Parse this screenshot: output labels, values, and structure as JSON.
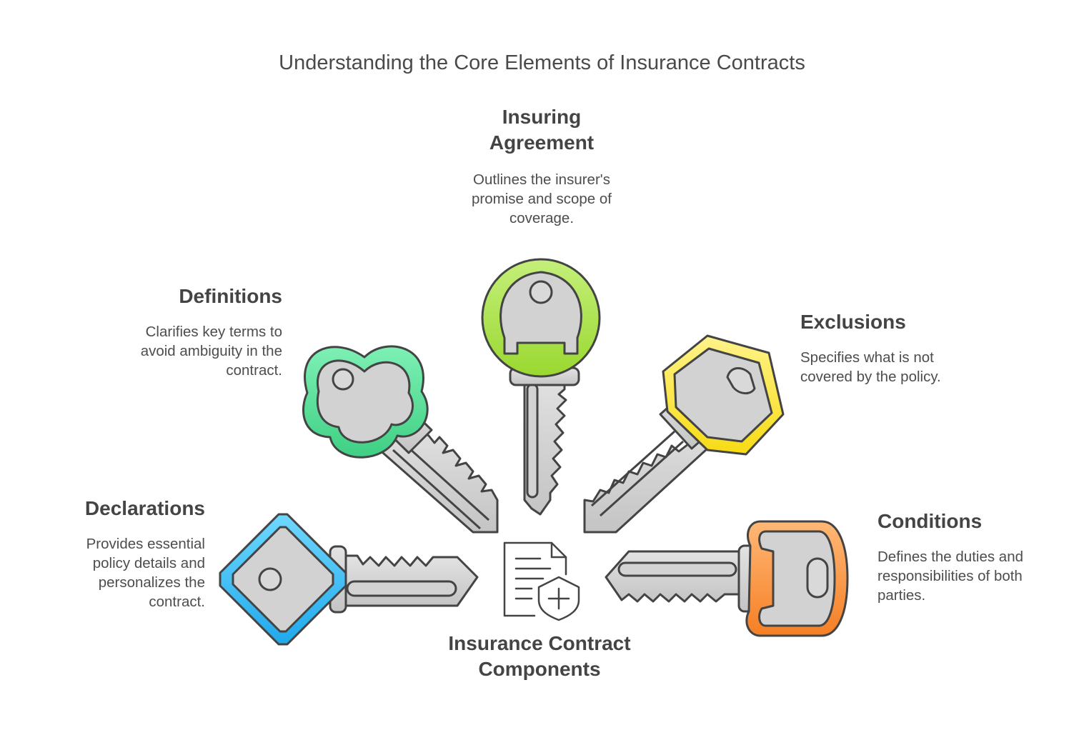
{
  "title": "Understanding the Core Elements of Insurance Contracts",
  "center_label": "Insurance Contract Components",
  "items": {
    "insuring_agreement": {
      "heading": "Insuring Agreement",
      "description": "Outlines the insurer's promise and scope of coverage.",
      "color": "#9cd93a"
    },
    "definitions": {
      "heading": "Definitions",
      "description": "Clarifies key terms to avoid ambiguity in the contract.",
      "color": "#4fd68e"
    },
    "exclusions": {
      "heading": "Exclusions",
      "description": "Specifies what is not covered by the policy.",
      "color": "#f5e02a"
    },
    "declarations": {
      "heading": "Declarations",
      "description": "Provides essential policy details and personalizes the contract.",
      "color": "#33b5f0"
    },
    "conditions": {
      "heading": "Conditions",
      "description": "Defines the duties and responsibilities of both parties.",
      "color": "#f58a2f"
    }
  },
  "icons": [
    "document-shield-icon",
    "key-icon"
  ]
}
